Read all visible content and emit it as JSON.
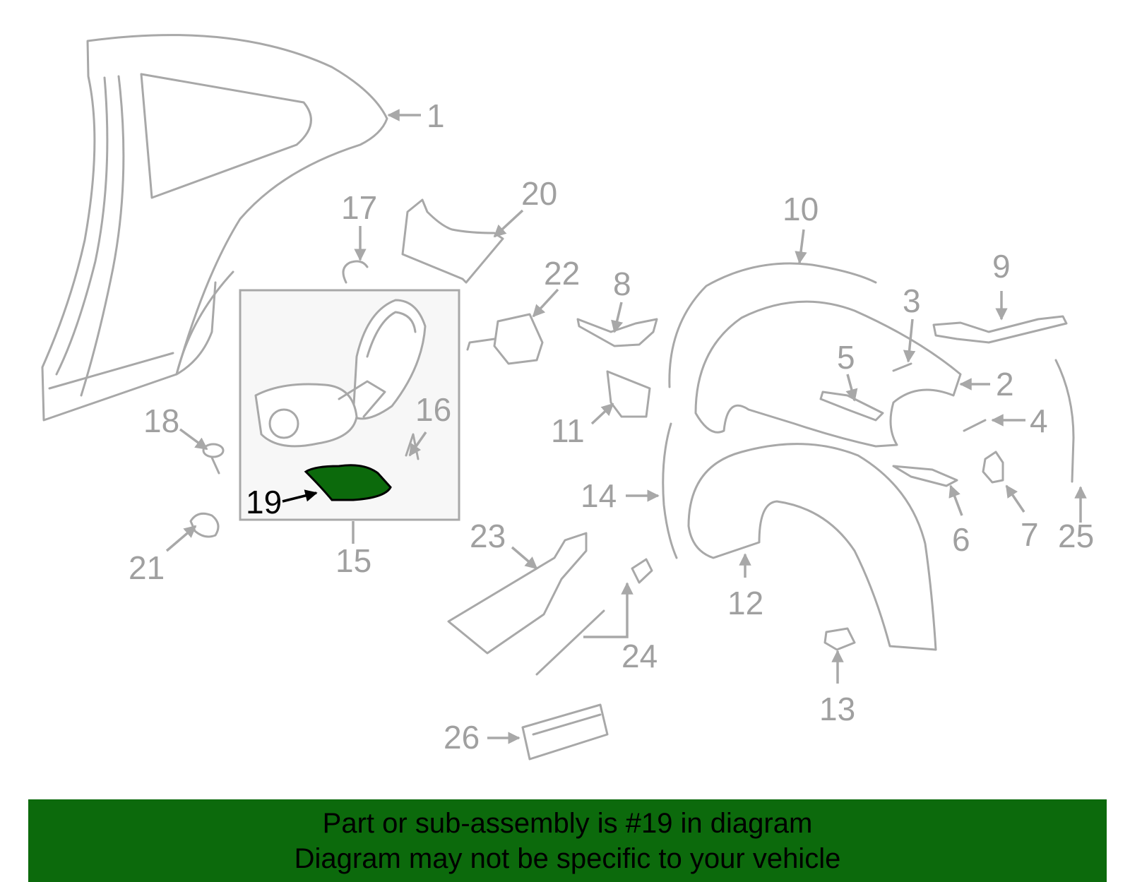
{
  "diagram": {
    "highlight_color": "#0c6a0c",
    "highlighted_part": "19",
    "callouts": [
      "1",
      "2",
      "3",
      "4",
      "5",
      "6",
      "7",
      "8",
      "9",
      "10",
      "11",
      "12",
      "13",
      "14",
      "15",
      "16",
      "17",
      "18",
      "19",
      "20",
      "21",
      "22",
      "23",
      "24",
      "25",
      "26"
    ]
  },
  "banner": {
    "line1": "Part or sub-assembly is #19 in diagram",
    "line2": "Diagram may not be specific to your vehicle",
    "background": "#0c6a0c"
  }
}
